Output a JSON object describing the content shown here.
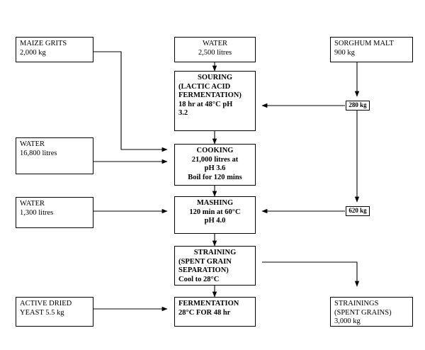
{
  "diagram": {
    "title": "Opaque beer brewing process flow",
    "type": "process-flowchart",
    "colors": {
      "background": "#ffffff",
      "stroke": "#000000",
      "text": "#000000"
    }
  },
  "nodes": {
    "maize_grits": {
      "lines": [
        "MAIZE GRITS",
        "2,000 kg"
      ]
    },
    "water_top": {
      "lines": [
        "WATER",
        "2,500 litres"
      ]
    },
    "sorghum_malt": {
      "lines": [
        "SORGHUM MALT",
        "900 kg"
      ]
    },
    "souring": {
      "lines": [
        "SOURING",
        "(LACTIC ACID",
        "FERMENTATION)",
        "18 hr at 48°C   pH",
        "3.2"
      ]
    },
    "water_cook": {
      "lines": [
        "WATER",
        "16,800 litres"
      ]
    },
    "cooking": {
      "lines": [
        "COOKING",
        "21,000 litres at",
        "pH 3.6",
        "Boil for 120 mins"
      ]
    },
    "water_mash": {
      "lines": [
        "WATER",
        "1,300 litres"
      ]
    },
    "mashing": {
      "lines": [
        "MASHING",
        "120 min at 60°C",
        "pH 4.0"
      ]
    },
    "straining": {
      "lines": [
        "STRAINING",
        "(SPENT GRAIN",
        "SEPARATION)",
        "Cool to 28°C"
      ]
    },
    "yeast": {
      "lines": [
        "ACTIVE DRIED",
        "YEAST  5.5 kg"
      ]
    },
    "fermentation": {
      "lines": [
        "FERMENTATION",
        "28°C FOR 48 hr"
      ]
    },
    "strainings": {
      "lines": [
        "STRAININGS",
        "(SPENT GRAINS)",
        "3,000 kg"
      ]
    }
  },
  "tags": {
    "malt_to_souring": "280 kg",
    "malt_to_mashing": "620 kg"
  },
  "flows": [
    {
      "from": "water_top",
      "to": "souring",
      "label": ""
    },
    {
      "from": "sorghum_malt",
      "to": "malt_to_souring",
      "label": "280 kg"
    },
    {
      "from": "malt_to_souring",
      "to": "souring",
      "label": ""
    },
    {
      "from": "maize_grits",
      "to": "cooking",
      "label": ""
    },
    {
      "from": "souring",
      "to": "cooking",
      "label": ""
    },
    {
      "from": "water_cook",
      "to": "cooking",
      "label": ""
    },
    {
      "from": "cooking",
      "to": "mashing",
      "label": ""
    },
    {
      "from": "water_mash",
      "to": "mashing",
      "label": ""
    },
    {
      "from": "malt_to_mashing",
      "to": "mashing",
      "label": "620 kg"
    },
    {
      "from": "mashing",
      "to": "straining",
      "label": ""
    },
    {
      "from": "straining",
      "to": "fermentation",
      "label": ""
    },
    {
      "from": "straining",
      "to": "strainings",
      "label": ""
    },
    {
      "from": "yeast",
      "to": "fermentation",
      "label": ""
    }
  ]
}
